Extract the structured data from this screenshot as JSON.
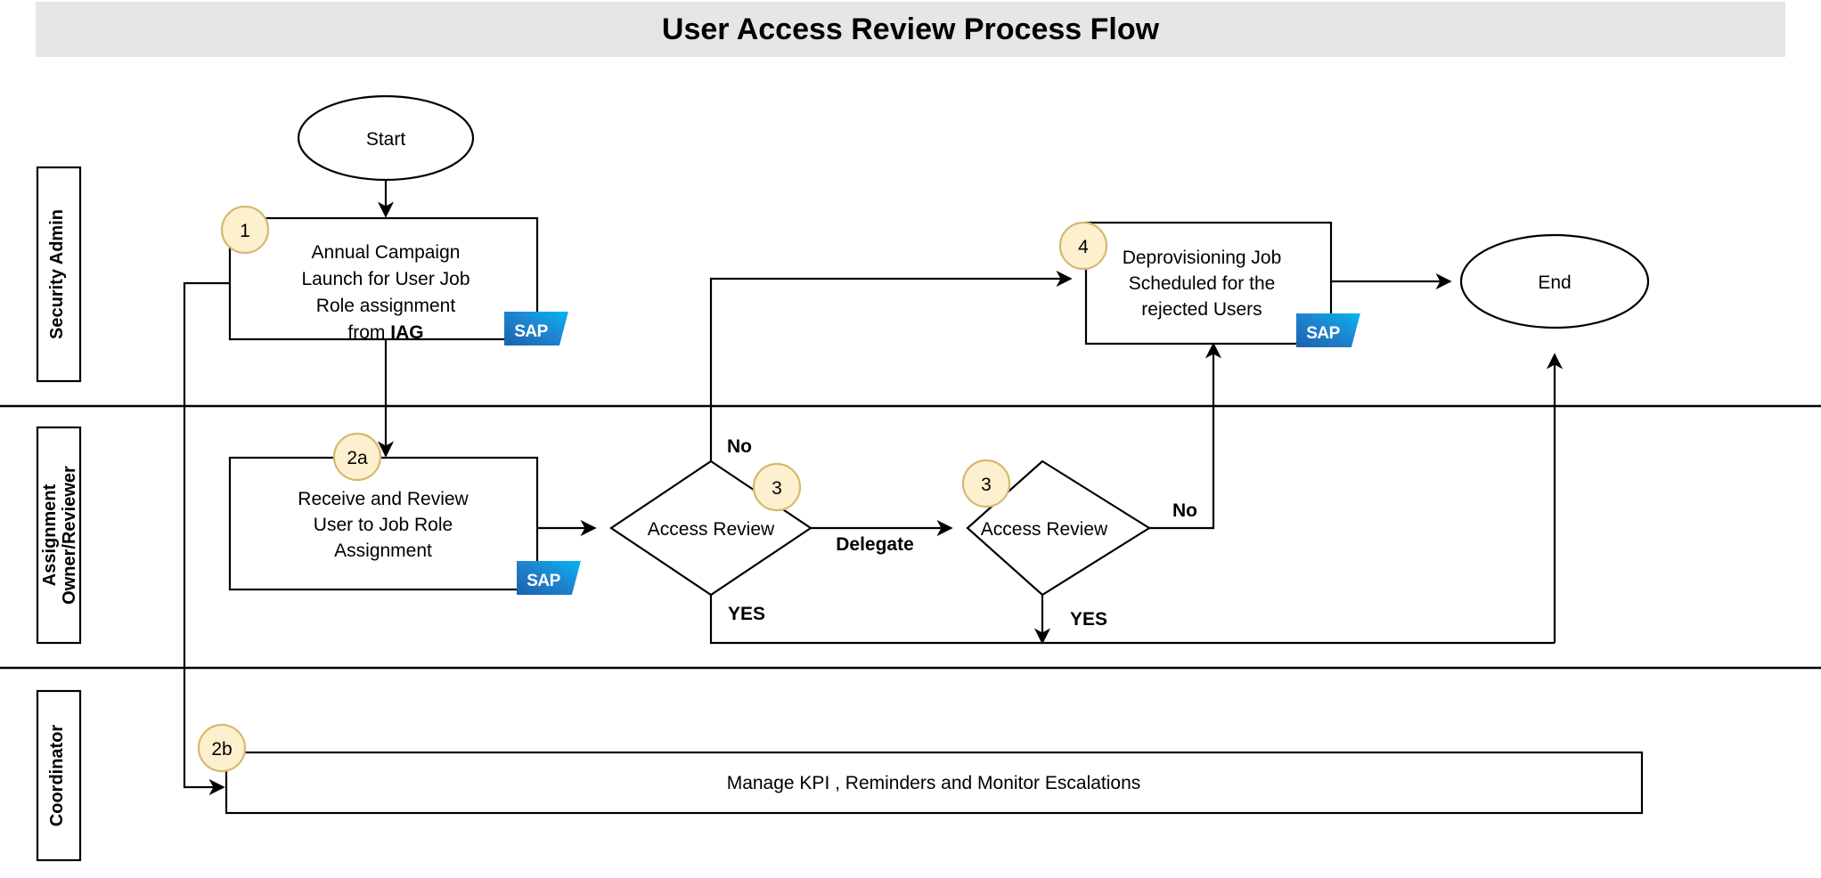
{
  "title": "User Access Review Process Flow",
  "lanes": [
    {
      "id": "security-admin",
      "label": "Security Admin"
    },
    {
      "id": "assignment-owner-reviewer",
      "label": "Assignment\nOwner/Reviewer"
    },
    {
      "id": "coordinator",
      "label": "Coordinator"
    }
  ],
  "lane_labels": {
    "security_admin": "Security Admin",
    "assignment_owner_line1": "Assignment",
    "assignment_owner_line2": "Owner/Reviewer",
    "coordinator": "Coordinator"
  },
  "nodes": {
    "start": {
      "label": "Start",
      "type": "terminator"
    },
    "end": {
      "label": "End",
      "type": "terminator"
    },
    "campaign_launch": {
      "type": "process",
      "marker": "1",
      "lines": [
        "Annual Campaign",
        "Launch  for User Job",
        "Role assignment",
        "from "
      ],
      "bold_tail": "IAG",
      "system_badge": "SAP"
    },
    "receive_review": {
      "type": "process",
      "marker": "2a",
      "lines": [
        "Receive and Review",
        "User to Job Role",
        "Assignment"
      ],
      "system_badge": "SAP"
    },
    "access_review_1": {
      "type": "decision",
      "marker": "3",
      "label": "Access Review"
    },
    "access_review_2": {
      "type": "decision",
      "marker": "3",
      "label": "Access Review"
    },
    "deprovisioning_job": {
      "type": "process",
      "marker": "4",
      "lines": [
        "Deprovisioning Job",
        "Scheduled for the",
        "rejected Users"
      ],
      "system_badge": "SAP"
    },
    "manage_kpi": {
      "type": "process",
      "marker": "2b",
      "lines": [
        "Manage KPI , Reminders and Monitor Escalations"
      ]
    }
  },
  "edge_labels": {
    "no_1": "No",
    "yes_1": "YES",
    "delegate": "Delegate",
    "no_2": "No",
    "yes_2": "YES"
  },
  "colors": {
    "title_band": "#e6e6e6",
    "marker_fill": "#fdf0ce",
    "marker_stroke": "#d6b871",
    "sap_blue_dark": "#1f79c4",
    "sap_blue_light": "#00aaee",
    "stroke": "#000000"
  }
}
